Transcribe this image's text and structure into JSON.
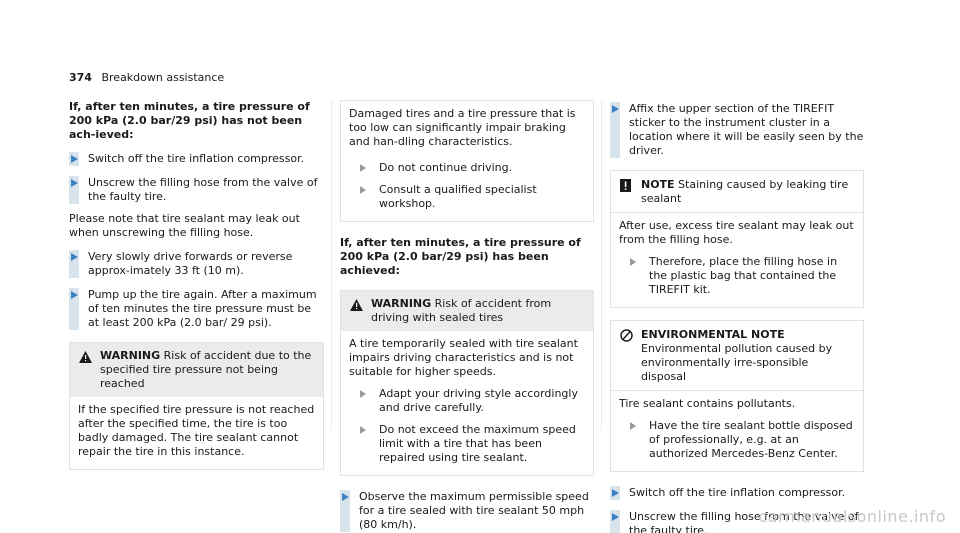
{
  "header": {
    "page_number": "374",
    "section": "Breakdown assistance"
  },
  "col1": {
    "heading": "If, after ten minutes, a tire pressure of 200 kPa (2.0 bar/29 psi) has not been ach-ieved:",
    "steps_a": [
      "Switch off the tire inflation compressor.",
      "Unscrew the filling hose from the valve of the faulty tire."
    ],
    "para": "Please note that tire sealant may leak out when unscrewing the filling hose.",
    "steps_b": [
      "Very slowly drive forwards or reverse approx-imately 33 ft (10 m).",
      "Pump up the tire again. After a maximum of ten minutes the tire pressure must be at least 200 kPa (2.0 bar/ 29 psi)."
    ],
    "warning": {
      "label": "WARNING",
      "title": "Risk of accident due to the specified tire pressure not being reached",
      "body": "If the specified tire pressure is not reached after the specified time, the tire is too badly damaged. The tire sealant cannot repair the tire in this instance."
    }
  },
  "col2": {
    "intro": "Damaged tires and a tire pressure that is too low can significantly impair braking and han-dling characteristics.",
    "bullets_a": [
      "Do not continue driving.",
      "Consult a qualified specialist workshop."
    ],
    "heading": "If, after ten minutes, a tire pressure of 200 kPa (2.0 bar/29 psi) has been achieved:",
    "warning": {
      "label": "WARNING",
      "title": "Risk of accident from driving with sealed tires",
      "body": "A tire temporarily sealed with tire sealant impairs driving characteristics and is not suitable for higher speeds.",
      "bullets": [
        "Adapt your driving style accordingly and drive carefully.",
        "Do not exceed the maximum speed limit with a tire that has been repaired using tire sealant."
      ]
    },
    "step": "Observe the maximum permissible speed for a tire sealed with tire sealant 50 mph (80 km/h)."
  },
  "col3": {
    "step_a": "Affix the upper section of the TIREFIT sticker to the instrument cluster in a location where it will be easily seen by the driver.",
    "note": {
      "label": "NOTE",
      "title": "Staining caused by leaking tire sealant",
      "body": "After use, excess tire sealant may leak out from the filling hose.",
      "bullet": "Therefore, place the filling hose in the plastic bag that contained the TIREFIT kit."
    },
    "env": {
      "label": "ENVIRONMENTAL NOTE",
      "title": "Environmental pollution caused by environmentally irre-sponsible disposal",
      "body": "Tire sealant contains pollutants.",
      "bullet": "Have the tire sealant bottle disposed of professionally, e.g. at an authorized Mercedes-Benz Center."
    },
    "steps_b": [
      "Switch off the tire inflation compressor.",
      "Unscrew the filling hose from the valve of the faulty tire."
    ]
  },
  "watermark": "carmanualsonline.info",
  "colors": {
    "step_bar": "#d8e4ec",
    "step_arrow": "#3a82c4",
    "box_header": "#ebebeb",
    "bullet_arrow": "#9a9a9a"
  }
}
